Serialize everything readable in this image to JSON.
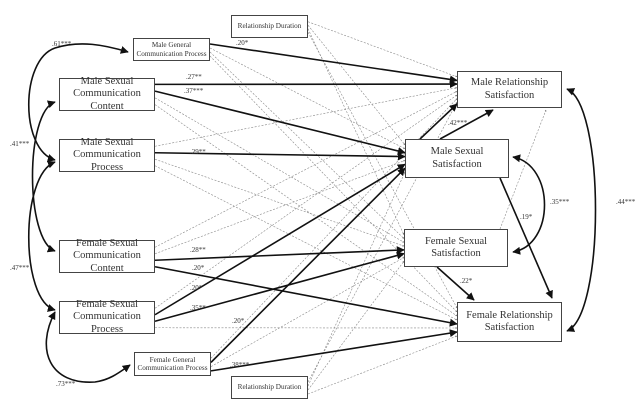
{
  "nodes": {
    "rd_top": "Relationship Duration",
    "mgcp": "Male General Communication Process",
    "mscc": "Male Sexual Communication Content",
    "mscp": "Male Sexual Communication Process",
    "fscc": "Female Sexual Communication Content",
    "fscp": "Female Sexual Communication Process",
    "fgcp": "Female General Communication Process",
    "rd_bottom": "Relationship Duration",
    "mrs": "Male Relationship Satisfaction",
    "mss": "Male Sexual Satisfaction",
    "fss": "Female Sexual Satisfaction",
    "frs": "Female Relationship Satisfaction"
  },
  "paths": [
    {
      "from": "mgcp",
      "to": "mrs",
      "label": ".20*"
    },
    {
      "from": "mscc",
      "to": "mrs",
      "label": ".27**"
    },
    {
      "from": "mscc",
      "to": "mss",
      "label": ".37***"
    },
    {
      "from": "mscp",
      "to": "mss",
      "label": ".29**"
    },
    {
      "from": "fscc",
      "to": "fss",
      "label": ".28**"
    },
    {
      "from": "fscc",
      "to": "frs",
      "label": ".20*"
    },
    {
      "from": "fscp",
      "to": "mss",
      "label": ".20*"
    },
    {
      "from": "fscp",
      "to": "fss",
      "label": ".35**"
    },
    {
      "from": "fgcp",
      "to": "mss",
      "label": ".20*"
    },
    {
      "from": "fgcp",
      "to": "frs",
      "label": ".38***"
    },
    {
      "from": "mss",
      "to": "mrs",
      "label": ".42***"
    },
    {
      "from": "mss",
      "to": "frs",
      "label": ".19*"
    },
    {
      "from": "fss",
      "to": "frs",
      "label": ".22*"
    }
  ],
  "correlations": [
    {
      "between": [
        "mgcp",
        "mscp"
      ],
      "label": ".61***"
    },
    {
      "between": [
        "mscc",
        "fscc"
      ],
      "label": ".41***"
    },
    {
      "between": [
        "mscp",
        "fscp"
      ],
      "label": ".47***"
    },
    {
      "between": [
        "fscp",
        "fgcp"
      ],
      "label": ".73***"
    },
    {
      "between": [
        "mss",
        "fss"
      ],
      "label": ".35***"
    },
    {
      "between": [
        "mrs",
        "frs"
      ],
      "label": ".44***"
    }
  ]
}
